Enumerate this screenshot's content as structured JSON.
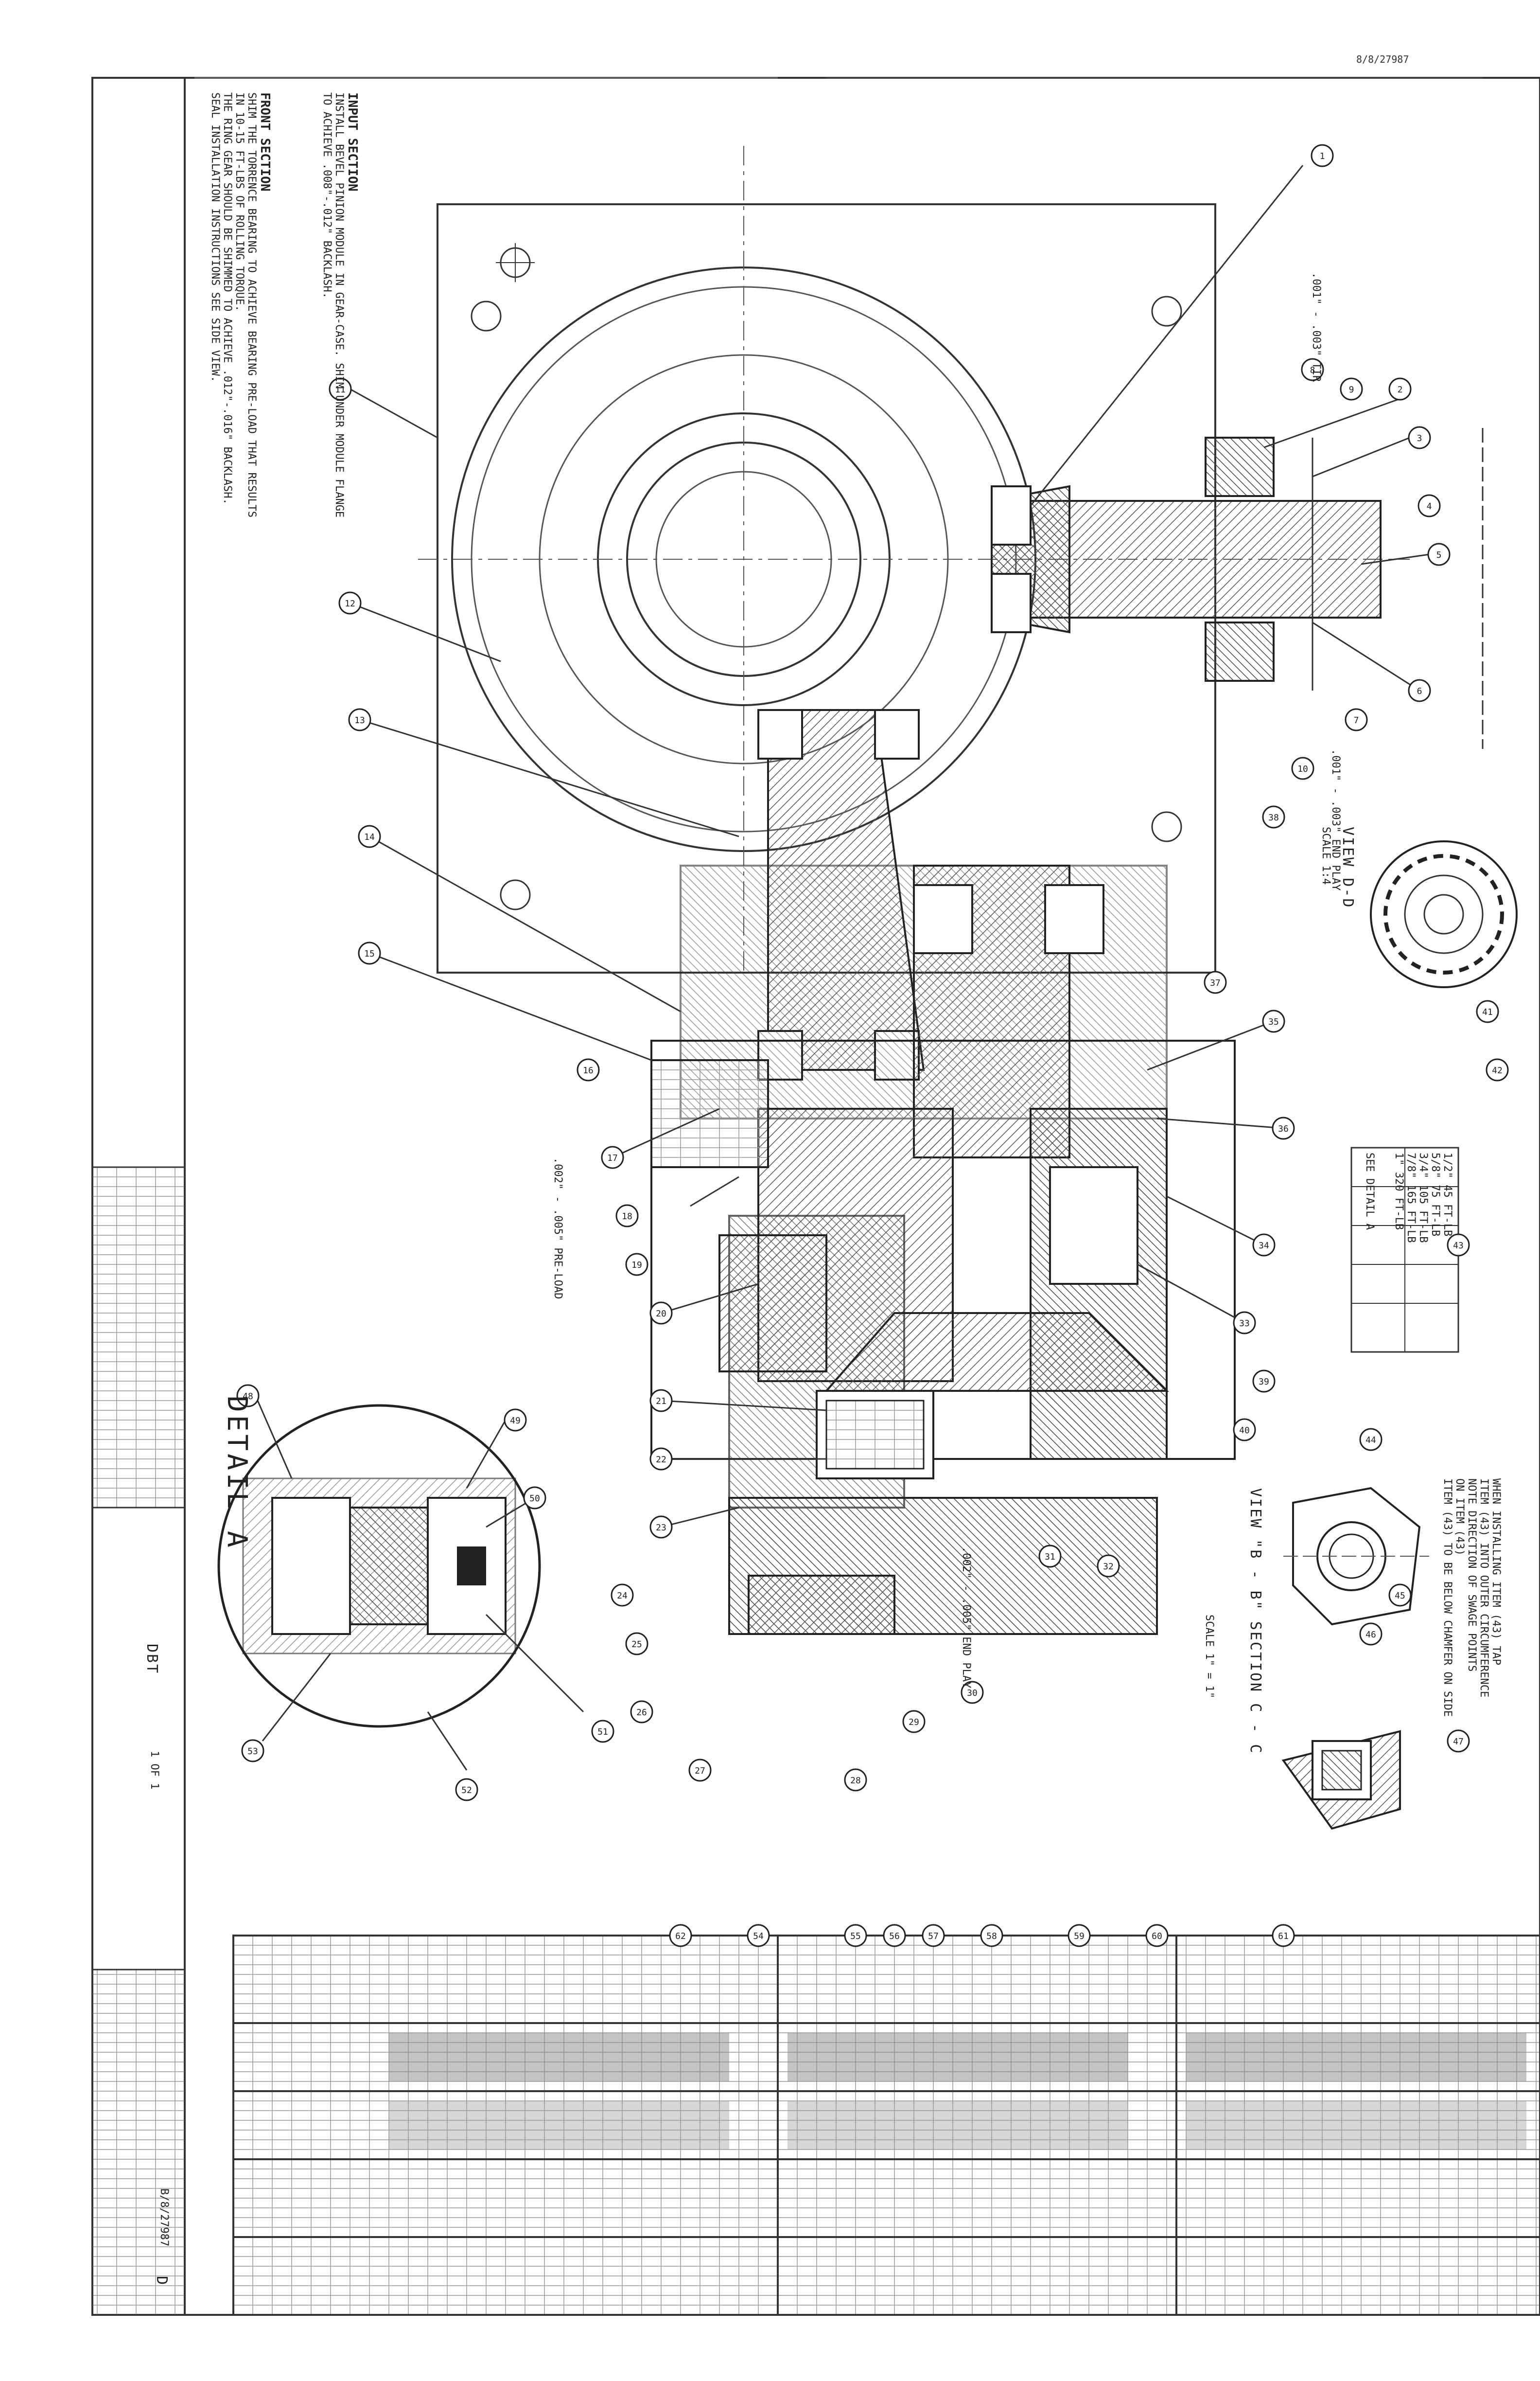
{
  "header": {
    "drawing_number": "8/8/27987"
  },
  "notes": {
    "input_section_title": "INPUT SECTION",
    "input_section_lines": [
      "INSTALL BEVEL PINION MODULE IN GEAR-CASE. SHIM UNDER MODULE FLANGE",
      "TO ACHIEVE .008\"-.012\" BACKLASH."
    ],
    "front_section_title": "FRONT SECTION",
    "front_section_lines": [
      "SHIM THE TORRENCE BEARING TO ACHIEVE BEARING PRE-LOAD THAT RESULTS",
      "IN 10-15 FT-LBS OF ROLLING TORQUE.",
      "THE RING GEAR SHOULD BE SHIMMED TO ACHIEVE .012\"-.016\" BACKLASH.",
      "SEAL INSTALLATION INSTRUCTIONS SEE SIDE VIEW."
    ]
  },
  "views": {
    "view_dd": "VIEW D-D",
    "view_dd_scale": "SCALE 1:4",
    "view_bb": "VIEW \"B - B\"   SECTION C - C",
    "view_bb_scale": "SCALE 1\" = 1\"",
    "detail_a": "DETAIL A",
    "see_detail_a": "SEE DETAIL A"
  },
  "torque_table": {
    "rows": [
      [
        "1/2\"",
        "45 FT-LB"
      ],
      [
        "5/8\"",
        "75 FT-LB"
      ],
      [
        "3/4\"",
        "105 FT-LB"
      ],
      [
        "7/8\"",
        "165 FT-LB"
      ],
      [
        "1\"",
        "320 FT-LB"
      ]
    ]
  },
  "install_notes": [
    "WHEN INSTALLING ITEM (43) TAP",
    "ITEM (43) INTO OUTER CIRCUMFERENCE",
    "NOTE DIRECTION OF SWAGE POINTS",
    "ON ITEM (43)",
    "ITEM (43) TO BE BELOW CHAMFER ON SIDE"
  ],
  "dims": {
    "d1": ".001\" - .003\" TIR",
    "d2": ".002\" - .005\" PRE-LOAD",
    "d3": ".002\" - .005\" END PLAY",
    "d4": ".001\" - .003\" END PLAY"
  },
  "title_block": {
    "company": "DBT",
    "rev": "D",
    "sheet": "1 OF 1",
    "part_no": "B/8/27987"
  },
  "balloons": [
    "1",
    "2",
    "3",
    "4",
    "5",
    "6",
    "7",
    "8",
    "9",
    "10",
    "11",
    "12",
    "13",
    "14",
    "15",
    "16",
    "17",
    "18",
    "19",
    "20",
    "21",
    "22",
    "23",
    "24",
    "25",
    "26",
    "27",
    "28",
    "29",
    "30",
    "31",
    "32",
    "33",
    "34",
    "35",
    "36",
    "37",
    "38",
    "39",
    "40",
    "41",
    "42",
    "43",
    "44",
    "45",
    "46",
    "47",
    "48",
    "49",
    "50",
    "51",
    "52",
    "53",
    "54",
    "55",
    "56",
    "57",
    "58",
    "59",
    "60",
    "61",
    "62"
  ],
  "colors": {
    "ink": "#222222",
    "hatch": "#555555",
    "paper": "#ffffff"
  }
}
